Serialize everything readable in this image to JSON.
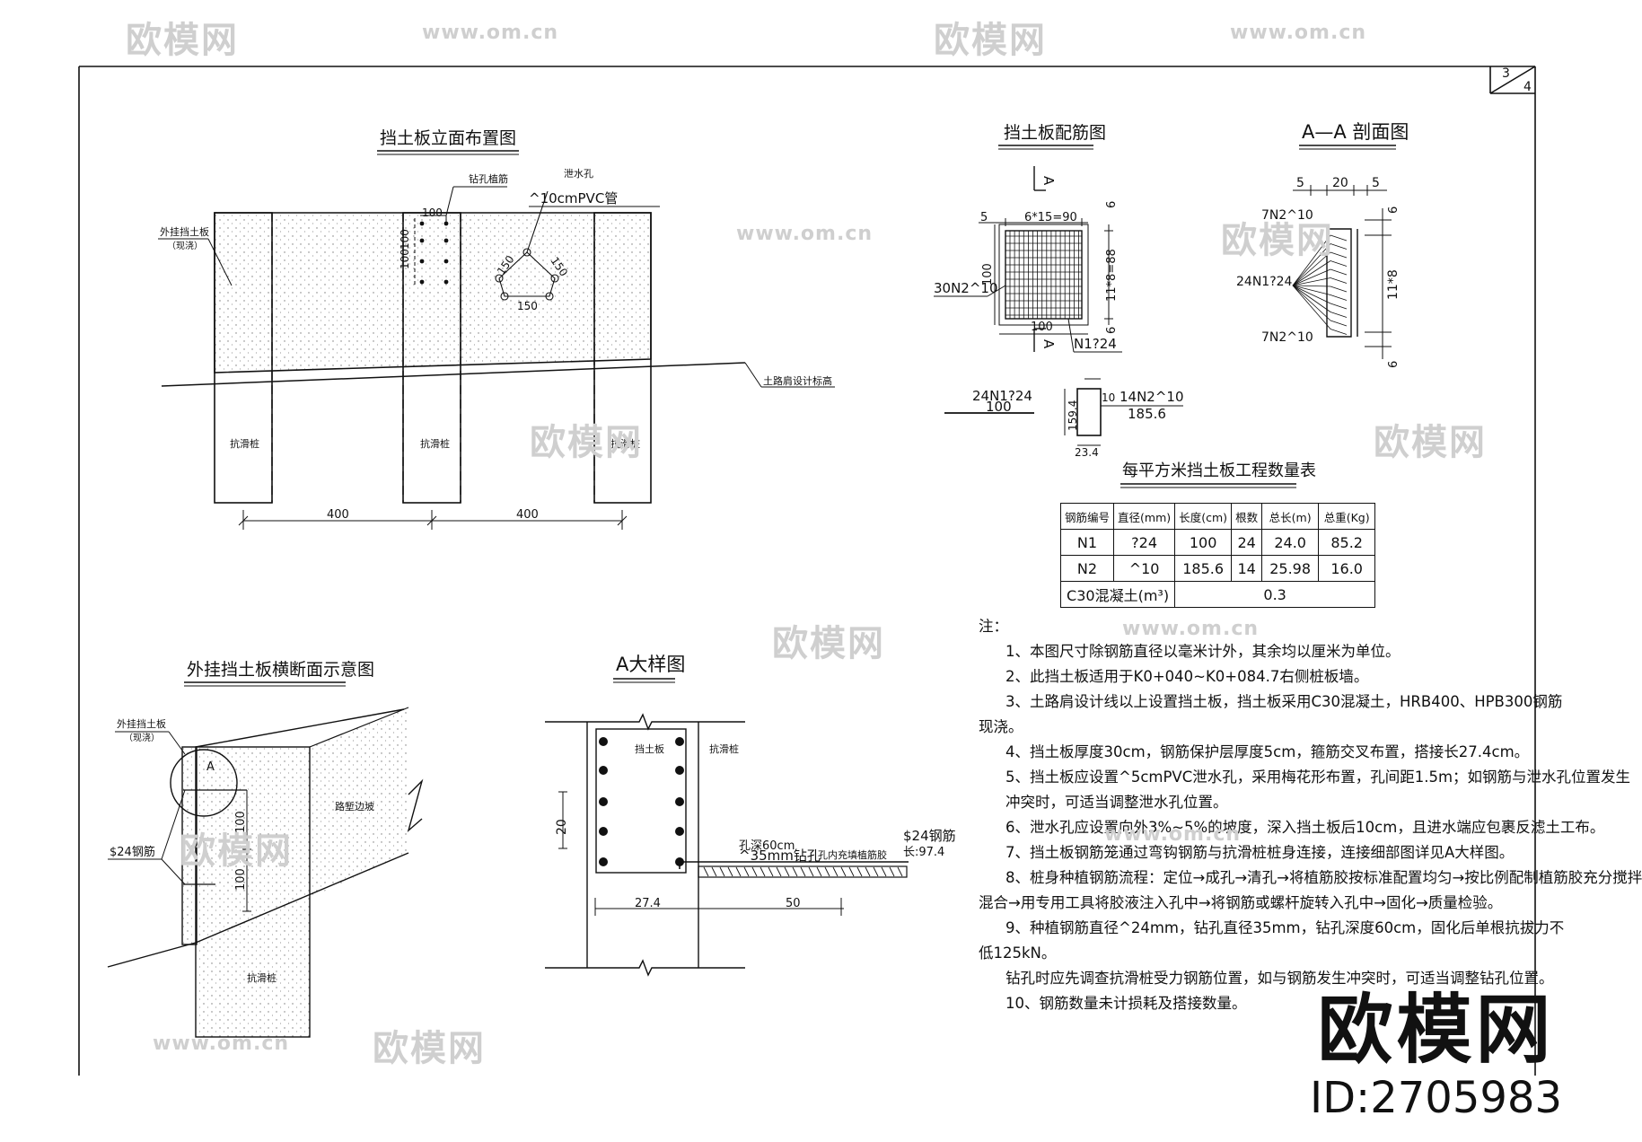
{
  "watermark": {
    "logo": "欧模网",
    "url": "www.om.cn",
    "big_name": "欧模网",
    "big_id": "ID:2705983"
  },
  "sheet_number": {
    "num": "3",
    "den": "4"
  },
  "elevation": {
    "title": "挡土板立面布置图",
    "label_panel": "外挂挡土板",
    "label_panel_sub": "（现浇）",
    "label_drill": "钻孔植筋",
    "label_drain": "泄水孔",
    "label_drain_size": "^10cmPVC管",
    "dim_100a": "100",
    "dim_100b": "100",
    "dim_100c": "100",
    "dim_150a": "150",
    "dim_150b": "150",
    "dim_150c": "150",
    "label_shoulder": "土路肩设计标高",
    "pile1": "抗滑桩",
    "pile2": "抗滑桩",
    "pile3": "抗滑桩",
    "span1": "400",
    "span2": "400"
  },
  "rebar": {
    "title": "挡土板配筋图",
    "section_mark_top": "A",
    "section_mark_bot": "A",
    "dim_5": "5",
    "dim_top": "6*15=90",
    "dim_6a": "6",
    "dim_6b": "6",
    "dim_side": "11*8=88",
    "dim_100v": "100",
    "dim_100h": "100",
    "label_n2": "30N2^10",
    "label_n1": "N1?24",
    "bar1_label": "24N1?24",
    "bar1_len": "100",
    "bar2_label": "14N2^10",
    "bar2_len": "185.6",
    "bar2_dim_v": "159.4",
    "bar2_dim_h": "23.4",
    "bar2_dim_top": "10"
  },
  "section_aa": {
    "title": "A—A 剖面图",
    "dim_5a": "5",
    "dim_20": "20",
    "dim_5b": "5",
    "label_top": "7N2^10",
    "label_mid": "24N1?24",
    "label_bot": "7N2^10",
    "dim_6a": "6",
    "dim_118": "11*8",
    "dim_6b": "6"
  },
  "table": {
    "title": "每平方米挡土板工程数量表",
    "headers": [
      "钢筋编号",
      "直径(mm)",
      "长度(cm)",
      "根数",
      "总长(m)",
      "总重(Kg)"
    ],
    "rows": [
      [
        "N1",
        "?24",
        "100",
        "24",
        "24.0",
        "85.2"
      ],
      [
        "N2",
        "^10",
        "185.6",
        "14",
        "25.98",
        "16.0"
      ]
    ],
    "concrete_label": "C30混凝土(m³)",
    "concrete_value": "0.3"
  },
  "cross_section": {
    "title": "外挂挡土板横断面示意图",
    "label_panel": "外挂挡土板",
    "label_panel_sub": "（现浇）",
    "label_a": "A",
    "dim_100a": "100",
    "dim_100b": "100",
    "label_bar": "$24钢筋",
    "label_slope": "路堑边坡",
    "label_pile": "抗滑桩"
  },
  "detail_a": {
    "title": "A大样图",
    "label_panel": "挡土板",
    "label_pile": "抗滑桩",
    "dim_20": "20",
    "dim_274": "27.4",
    "dim_50": "50",
    "label_hole": "^35mm钻孔",
    "label_hole_depth": "孔深60cm",
    "label_glue": "孔内充填植筋胶",
    "label_bar": "$24钢筋",
    "label_bar_len": "长:97.4"
  },
  "notes": {
    "heading": "注：",
    "items": [
      "1、本图尺寸除钢筋直径以毫米计外，其余均以厘米为单位。",
      "2、此挡土板适用于K0+040~K0+084.7右侧桩板墙。",
      "3、土路肩设计线以上设置挡土板，挡土板采用C30混凝土，HRB400、HPB300钢筋",
      "现浇。",
      "4、挡土板厚度30cm，钢筋保护层厚度5cm，箍筋交叉布置，搭接长27.4cm。",
      "5、挡土板应设置^5cmPVC泄水孔，采用梅花形布置，孔间距1.5m；如钢筋与泄水孔位置发生",
      "冲突时，可适当调整泄水孔位置。",
      "6、泄水孔应设置向外3%~5%的坡度，深入挡土板后10cm，且进水端应包裹反滤土工布。",
      "7、挡土板钢筋笼通过弯钩钢筋与抗滑桩桩身连接，连接细部图详见A大样图。",
      "8、桩身种植钢筋流程：定位→成孔→清孔→将植筋胶按标准配置均匀→按比例配制植筋胶充分搅拌",
      "混合→用专用工具将胶液注入孔中→将钢筋或螺杆旋转入孔中→固化→质量检验。",
      "9、种植钢筋直径^24mm，钻孔直径35mm，钻孔深度60cm，固化后单根抗拔力不",
      "低125kN。",
      "钻孔时应先调查抗滑桩受力钢筋位置，如与钢筋发生冲突时，可适当调整钻孔位置。",
      "10、钢筋数量未计损耗及搭接数量。"
    ]
  }
}
